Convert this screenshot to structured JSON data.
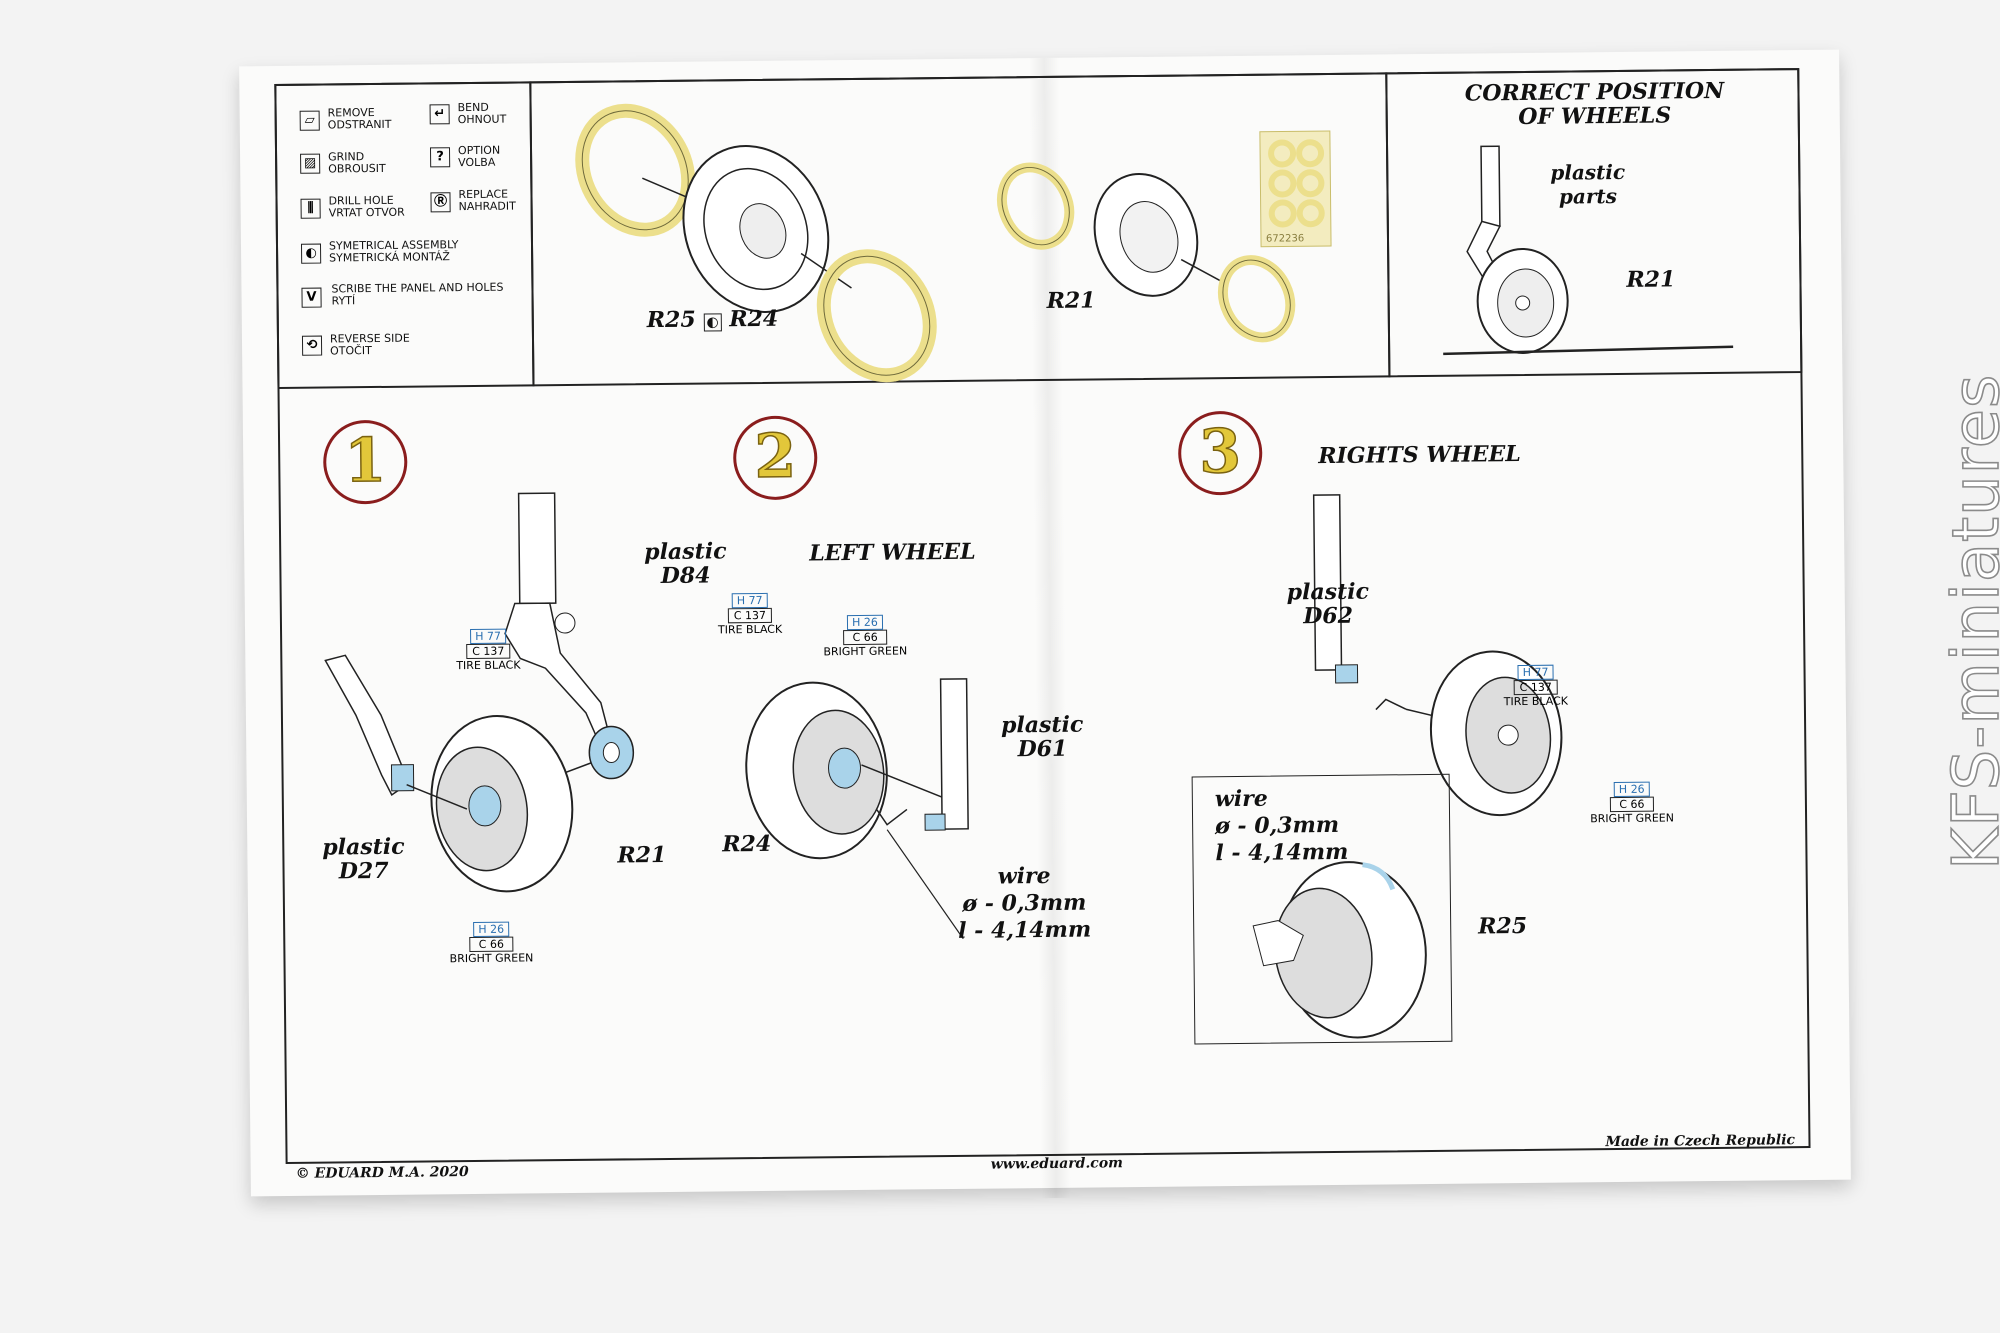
{
  "legend": [
    {
      "icon": "remove-icon",
      "glyph": "▱",
      "line1": "REMOVE",
      "line2": "ODSTRANIT"
    },
    {
      "icon": "grind-icon",
      "glyph": "▨",
      "line1": "GRIND",
      "line2": "OBROUSIT"
    },
    {
      "icon": "drill-hole-icon",
      "glyph": "⫼",
      "line1": "DRILL HOLE",
      "line2": "VRTAT OTVOR"
    },
    {
      "icon": "symmetrical-assembly-icon",
      "glyph": "◐",
      "line1": "SYMETRICAL ASSEMBLY",
      "line2": "SYMETRICKÁ MONTÁŽ"
    },
    {
      "icon": "scribe-icon",
      "glyph": "V",
      "line1": "SCRIBE THE PANEL AND HOLES",
      "line2": "RYTÍ"
    },
    {
      "icon": "reverse-side-icon",
      "glyph": "⟲",
      "line1": "REVERSE SIDE",
      "line2": "OTOČIT"
    },
    {
      "icon": "bend-icon",
      "glyph": "↵",
      "line1": "BEND",
      "line2": "OHNOUT"
    },
    {
      "icon": "option-icon",
      "glyph": "?",
      "line1": "OPTION",
      "line2": "VOLBA"
    },
    {
      "icon": "replace-icon",
      "glyph": "Ⓡ",
      "line1": "REPLACE",
      "line2": "NAHRADIT"
    }
  ],
  "top_parts": {
    "left": "R25",
    "right": "R24",
    "small": "R21",
    "fret_code": "672236"
  },
  "correct_position": {
    "title1": "CORRECT POSITION",
    "title2": "OF WHEELS",
    "label1": "plastic",
    "label2": "parts",
    "part": "R21"
  },
  "step1": {
    "num": "1",
    "p1a": "plastic",
    "p1b": "D84",
    "p2a": "plastic",
    "p2b": "D27",
    "part": "R21",
    "paint1": {
      "h": "H 77",
      "c": "C 137",
      "name": "TIRE BLACK"
    },
    "paint2": {
      "h": "H 26",
      "c": "C 66",
      "name": "BRIGHT GREEN"
    }
  },
  "step2": {
    "num": "2",
    "title": "LEFT WHEEL",
    "pa": "plastic",
    "pb": "D61",
    "part": "R24",
    "paint1": {
      "h": "H 77",
      "c": "C 137",
      "name": "TIRE BLACK"
    },
    "paint2": {
      "h": "H 26",
      "c": "C 66",
      "name": "BRIGHT GREEN"
    },
    "wire": "wire",
    "dia": "ø - 0,3mm",
    "len": "l - 4,14mm"
  },
  "step3": {
    "num": "3",
    "title": "RIGHTS WHEEL",
    "pa": "plastic",
    "pb": "D62",
    "part": "R25",
    "paint1": {
      "h": "H 77",
      "c": "C 137",
      "name": "TIRE BLACK"
    },
    "paint2": {
      "h": "H 26",
      "c": "C 66",
      "name": "BRIGHT GREEN"
    },
    "wire": "wire",
    "dia": "ø - 0,3mm",
    "len": "l - 4,14mm"
  },
  "footer": {
    "left": "© EDUARD  M.A. 2020",
    "center": "www.eduard.com",
    "right": "Made in Czech Republic"
  },
  "watermark": "KFS-miniatures",
  "colors": {
    "photoetch": "#ecdf8c",
    "bright_green": "#a9d3ea",
    "step_ring": "#8a1d1d",
    "step_fill": "#e2c73a"
  }
}
